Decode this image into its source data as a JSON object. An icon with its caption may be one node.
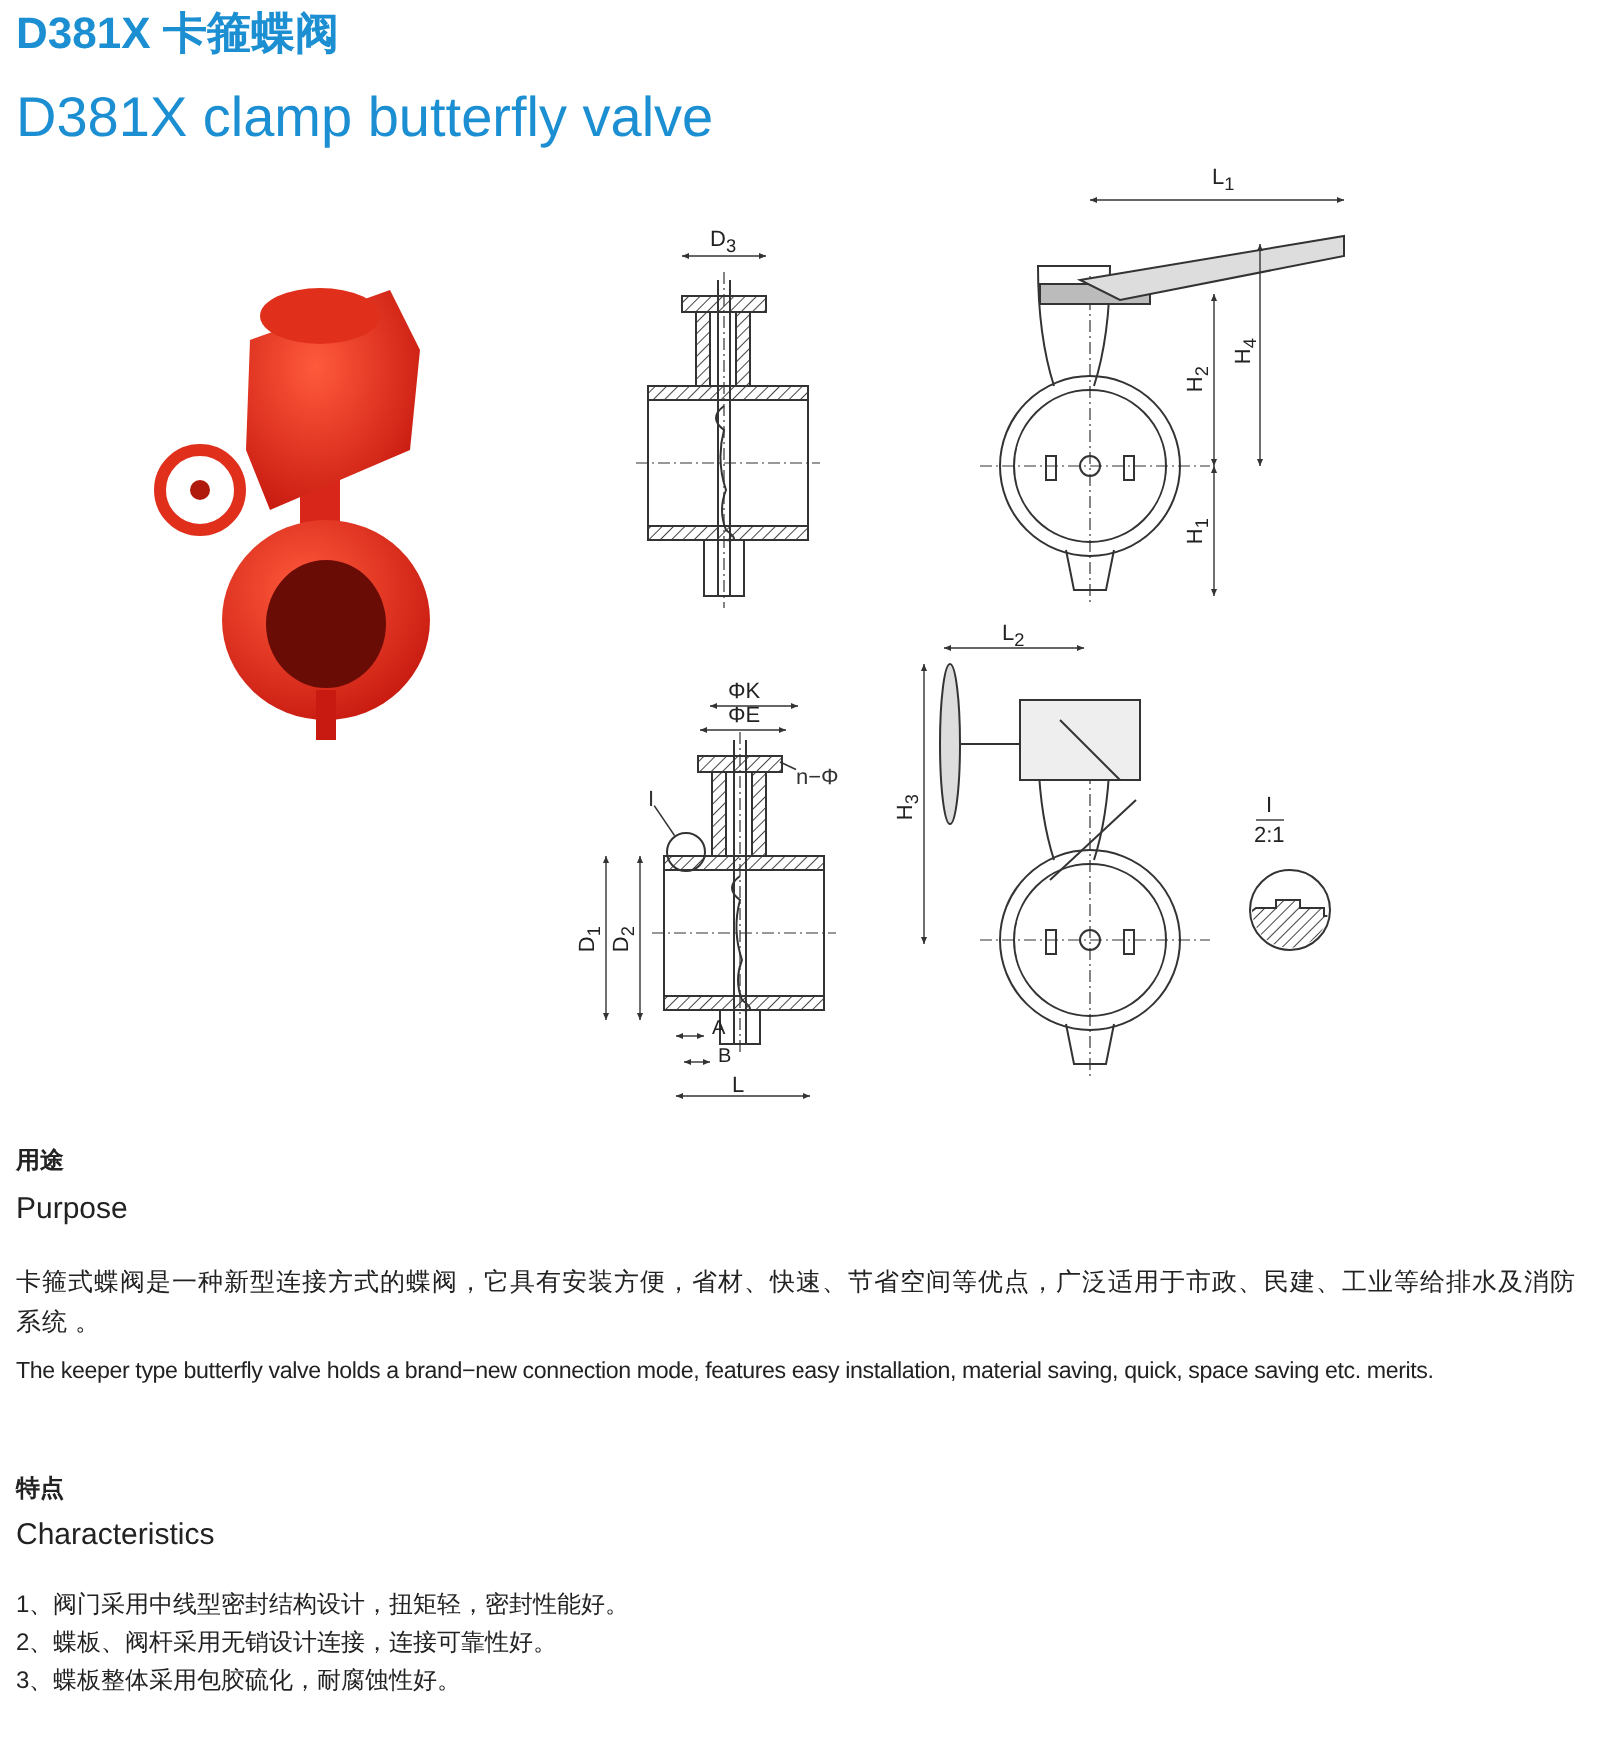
{
  "diagram": {
    "title": "D381X 卡箍蝶阀",
    "nodes": [
      {
        "text": [
          "I"
        ]
      },
      {
        "text": [],
        "shape": "circle"
      },
      {
        "text": [
          "n−Φ"
        ]
      }
    ],
    "edges": [
      {
        "from": 0,
        "to": 1,
        "arrow": "none"
      },
      {
        "from": 2,
        "to": null,
        "arrow": "none"
      }
    ],
    "labels": [
      "D381X clamp butterfly valve",
      "D$_{3}$",
      "L$_{1}$",
      "H$_{4}$",
      "H$_{2}$",
      "H$_{1}$",
      "L$_{2}$",
      "ΦK",
      "ΦE",
      "H$_{3}$",
      "I",
      "2:1",
      "D$_{1}$",
      "D$_{2}$",
      "A",
      "B",
      "L",
      "用途",
      "Purpose",
      "卡箍式蝶阀是一种新型连接方式的蝶阀，它具有安装方便，省材、快速、节省空间等优点，广泛适用于市政、民建、工业等给排水及消防系统 。",
      "The keeper type butterfly valve holds a brand−new connection mode, features easy installation, material saving, quick, space saving etc. merits.",
      "特点",
      "Characteristics",
      "1、阀门采用中线型密封结构设计，扭矩轻，密封性能好。",
      "2、蝶板、阀杆采用无销设计连接，连接可靠性好。",
      "3、蝶板整体采用包胶硫化，耐腐蚀性好。"
    ]
  }
}
